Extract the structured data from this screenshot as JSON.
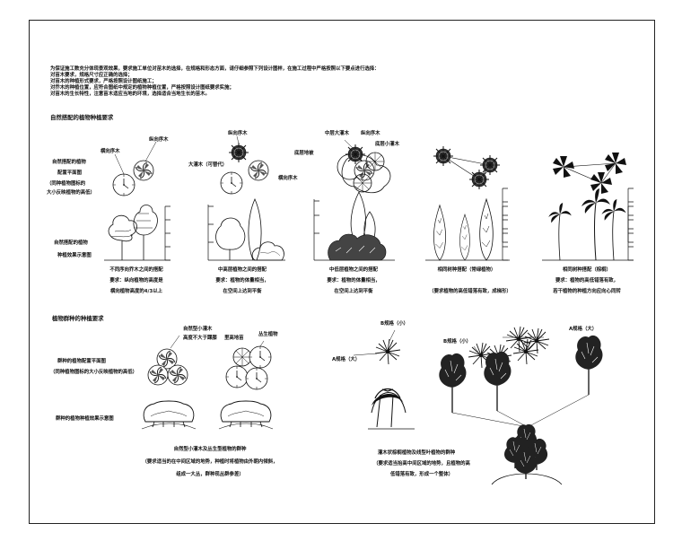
{
  "intro": [
    "为保证施工数充分体现景观效果，要求施工单位对苗木的选择，在规格和形态方面，请仔细参照下列设计图样，在施工过程中严格按照以下要点进行选择：",
    "对苗木要求，规格尺寸应正确的选择；",
    "对苗木的种植形式要求，严格按照设计图纸施工；",
    "对乔木的种植位置，应符合图纸中规定的植物种植位置，严格按照设计图纸要求实施；",
    "对苗木的生长特性，注意苗木适应当地的环境，选择适合当地生长的苗木。"
  ],
  "section1": {
    "title": "自然搭配的植物种植要求",
    "plan_side_label": [
      "自然搭配的植物",
      "配置平面图",
      "（同种植物图标的",
      "大小反映植物的高低）"
    ],
    "elevation_side_label": [
      "自然搭配的植物",
      "种植效果示意图"
    ],
    "panels": [
      {
        "callouts": [
          "横向序木",
          "纵向序木"
        ],
        "caption": [
          "不同序向乔木之间的搭配",
          "要求：纵向植物的高度是",
          "横向植物高度的4/3以上"
        ]
      },
      {
        "callouts": [
          "纵向序木",
          "大灌木（可替代）",
          "横向序木"
        ],
        "caption": [
          "中高层植物之间的搭配",
          "要求：植物的体量相当，",
          "在空间上达到平衡"
        ]
      },
      {
        "callouts": [
          "中层大灌木",
          "纵向序木",
          "底层小灌木",
          "底层地被"
        ],
        "caption": [
          "中低层植物之间的搭配",
          "要求：植物的体量相当，",
          "在空间上达到平衡"
        ]
      },
      {
        "callouts": [],
        "caption": [
          "相同树种搭配（常绿植物）",
          "（要求植物的高低错落有致，成梯形）"
        ]
      },
      {
        "callouts": [],
        "caption": [
          "相同树种搭配（棕榈）",
          "要求：植物的高低错落有致，",
          "若干植物的种植方向应向心同转"
        ]
      }
    ]
  },
  "section2": {
    "title": "植物群种的种植要求",
    "plan_label": [
      "群种的植物配置平面图",
      "（同种植物图标的大小反映植物的高低）"
    ],
    "elevation_label": "群种的植物种植效果示意图",
    "callouts": [
      "自然型小灌木",
      "高度不大于踝膝",
      "里高地苗",
      "丛生植物"
    ],
    "caption": [
      "自然型小灌木及丛生型植物的群种",
      "（要求适当的在中间区域的地势，种植时将植物由外朝内倾斜，",
      "组成一大丛，群种现丛群参差）"
    ]
  },
  "section3": {
    "labels_left": [
      "B规格（小）",
      "A规格（大）"
    ],
    "labels_right": [
      "B规格（小）",
      "A规格（大）"
    ],
    "caption": [
      "灌木状棕榈植物及线型叶植物的群种",
      "（要求适当抬高中间区域的地势，且植物的高",
      "低错落有致，形成一个整体）"
    ]
  }
}
